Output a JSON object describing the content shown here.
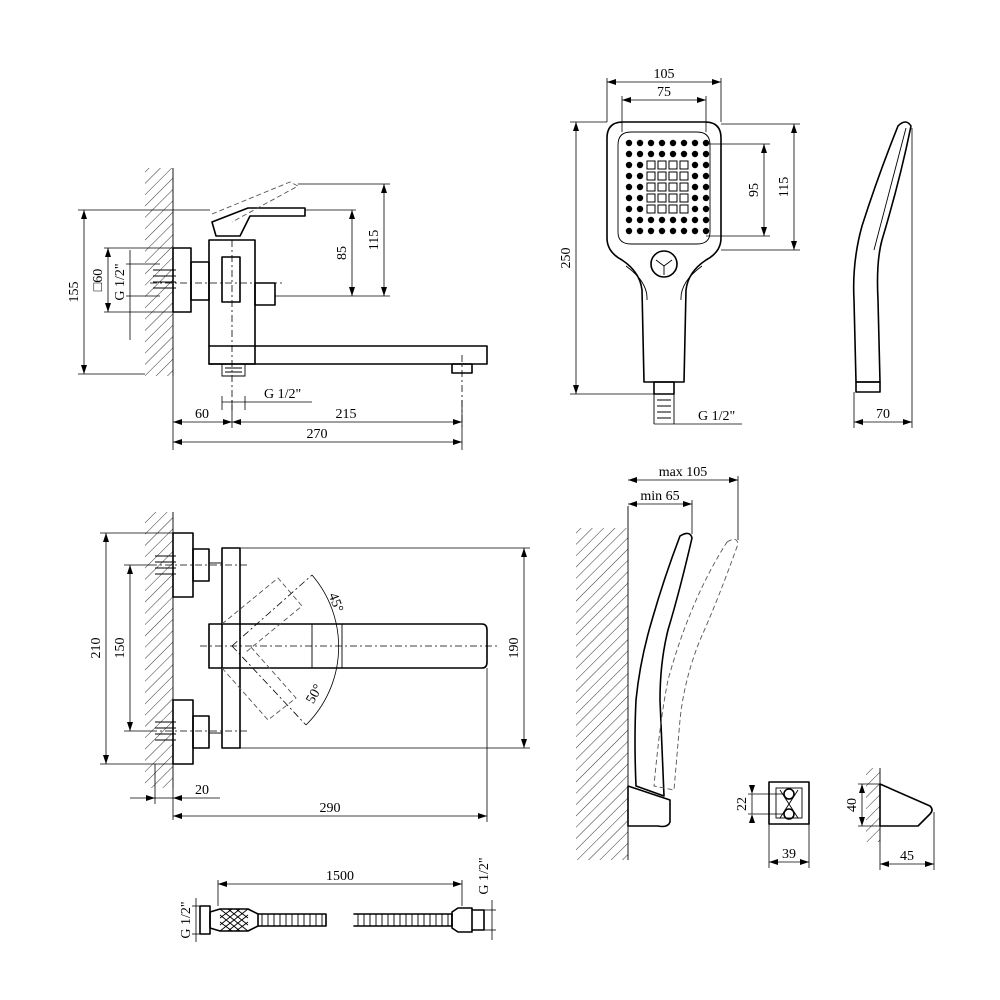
{
  "mixer_side_view": {
    "dim_width": "270",
    "dim_spout": "215",
    "dim_offset": "60",
    "dim_height": "155",
    "dim_lever_85": "85",
    "dim_lever_115": "115",
    "dim_square": "□60",
    "thread_inlet": "G 1/2\"",
    "thread_outlet": "G 1/2\""
  },
  "handshower_front": {
    "dim_width_outer": "105",
    "dim_width_inner": "75",
    "dim_length": "250",
    "dim_face_95": "95",
    "dim_face_115": "115",
    "thread": "G 1/2\""
  },
  "handshower_side": {
    "dim_depth": "70"
  },
  "mixer_top_view": {
    "dim_spacing_outer": "210",
    "dim_spacing_inner": "150",
    "dim_spout_span": "190",
    "dim_wall": "20",
    "dim_length": "290",
    "angle_a": "45°",
    "angle_b": "50°"
  },
  "holder_view": {
    "dim_max": "max 105",
    "dim_min": "min 65"
  },
  "bracket_views": {
    "dim_22": "22",
    "dim_39": "39",
    "dim_40": "40",
    "dim_45": "45"
  },
  "hose": {
    "dim_length": "1500",
    "thread_left": "G 1/2\"",
    "thread_right": "G 1/2\""
  }
}
